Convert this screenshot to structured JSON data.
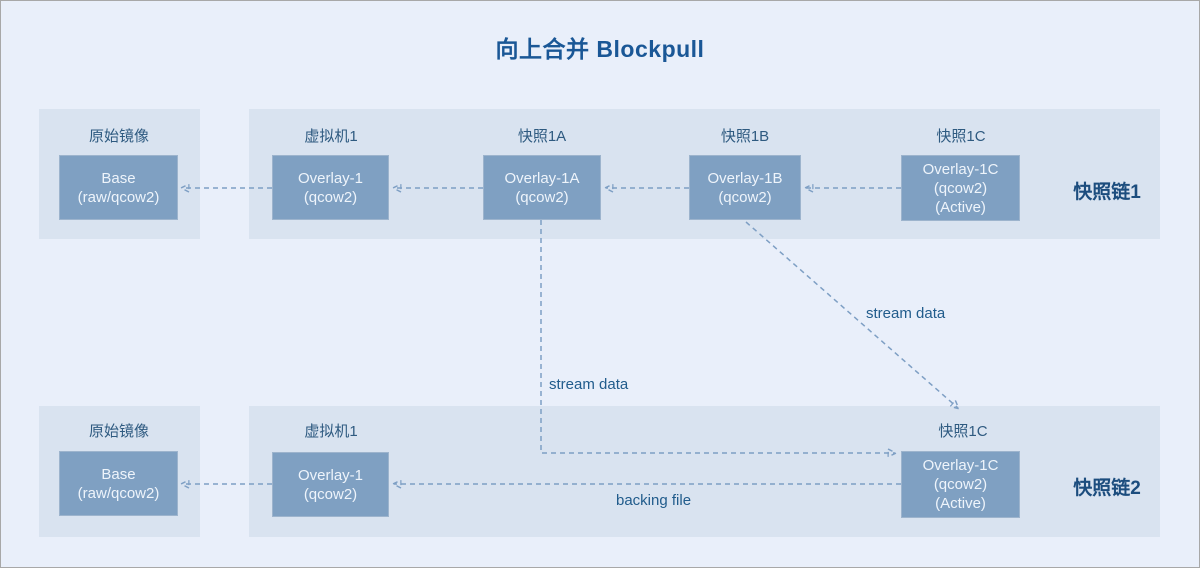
{
  "title": "向上合并 Blockpull",
  "colors": {
    "background": "#e9effa",
    "panel": "#d9e3f0",
    "box_fill": "#7fa0c2",
    "box_text": "#eef4fb",
    "title_text": "#1a5796",
    "label_text": "#2e5a80",
    "chain_label_text": "#1c4d7e",
    "annotation_text": "#215c8c",
    "arrow": "#7e9fc4"
  },
  "chain1": {
    "name": "快照链1",
    "base": {
      "label": "原始镜像",
      "box": [
        "Base",
        "(raw/qcow2)"
      ]
    },
    "nodes": [
      {
        "label": "虚拟机1",
        "box": [
          "Overlay-1",
          "(qcow2)"
        ]
      },
      {
        "label": "快照1A",
        "box": [
          "Overlay-1A",
          "(qcow2)"
        ]
      },
      {
        "label": "快照1B",
        "box": [
          "Overlay-1B",
          "(qcow2)"
        ]
      },
      {
        "label": "快照1C",
        "box": [
          "Overlay-1C",
          "(qcow2)",
          "(Active)"
        ]
      }
    ]
  },
  "chain2": {
    "name": "快照链2",
    "base": {
      "label": "原始镜像",
      "box": [
        "Base",
        "(raw/qcow2)"
      ]
    },
    "nodes": [
      {
        "label": "虚拟机1",
        "box": [
          "Overlay-1",
          "(qcow2)"
        ]
      },
      {
        "label": "快照1C",
        "box": [
          "Overlay-1C",
          "(qcow2)",
          "(Active)"
        ]
      }
    ]
  },
  "annotations": {
    "stream_data_left": "stream data",
    "stream_data_right": "stream data",
    "backing_file": "backing file"
  }
}
